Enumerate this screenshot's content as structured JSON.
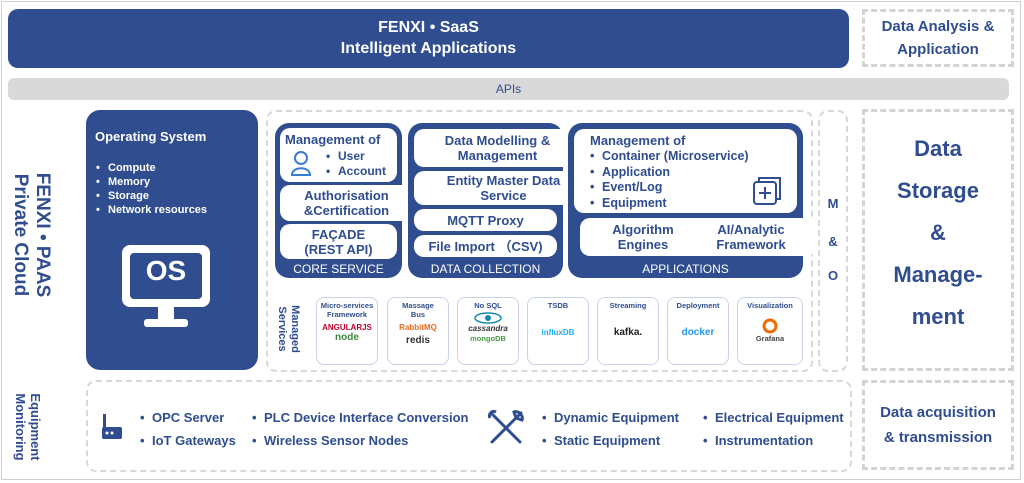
{
  "saas": {
    "line1": "FENXI • SaaS",
    "line2": "Intelligent Applications"
  },
  "right": {
    "top": "Data Analysis & Application",
    "storage_lines": [
      "Data",
      "Storage",
      "&",
      "Manage-",
      "ment"
    ],
    "bottom": "Data acquisition & transmission"
  },
  "apis": "APIs",
  "left_labels": {
    "paas_line1": "FENXI • PAAS",
    "paas_line2": "Private Cloud",
    "equip_line1": "Equipment",
    "equip_line2": "Monitoring"
  },
  "os": {
    "title": "Operating System",
    "items": [
      "Compute",
      "Memory",
      "Storage",
      "Network resources"
    ],
    "badge": "OS"
  },
  "core_service": {
    "mgmt_title": "Management of",
    "mgmt_items": [
      "User",
      "Account"
    ],
    "auth": "Authorisation &Certification",
    "facade_line1": "FAÇADE",
    "facade_line2": "(REST API)",
    "label": "CORE SERVICE"
  },
  "data_collection": {
    "modelling": "Data Modelling & Management",
    "entity": "Entity Master Data Service",
    "mqtt": "MQTT Proxy",
    "file_import": "File Import （CSV)",
    "label": "DATA COLLECTION"
  },
  "applications": {
    "mgmt_title": "Management of",
    "mgmt_items": [
      "Container (Microservice)",
      "Application",
      "Event/Log",
      "Equipment"
    ],
    "algo": "Algorithm Engines",
    "ai": "AI/Analytic Framework",
    "label": "APPLICATIONS"
  },
  "mo": [
    "M",
    "&",
    "O"
  ],
  "managed_services": {
    "label": "Managed Services",
    "cards": [
      {
        "title": "Micro-services Framework",
        "logos": [
          "ANGULARJS",
          "node"
        ]
      },
      {
        "title": "Massage Bus",
        "logos": [
          "RabbitMQ",
          "redis"
        ]
      },
      {
        "title": "No SQL",
        "logos": [
          "cassandra",
          "mongoDB"
        ]
      },
      {
        "title": "TSDB",
        "logos": [
          "influxDB"
        ]
      },
      {
        "title": "Streaming",
        "logos": [
          "kafka."
        ]
      },
      {
        "title": "Deployment",
        "logos": [
          "docker"
        ]
      },
      {
        "title": "Visualization",
        "logos": [
          "Grafana"
        ]
      }
    ]
  },
  "equipment": {
    "col1": [
      "OPC Server",
      "IoT Gateways"
    ],
    "col2": [
      "PLC Device Interface Conversion",
      "Wireless Sensor Nodes"
    ],
    "col3": [
      "Dynamic Equipment",
      "Static Equipment"
    ],
    "col4": [
      "Electrical Equipment",
      "Instrumentation"
    ]
  }
}
